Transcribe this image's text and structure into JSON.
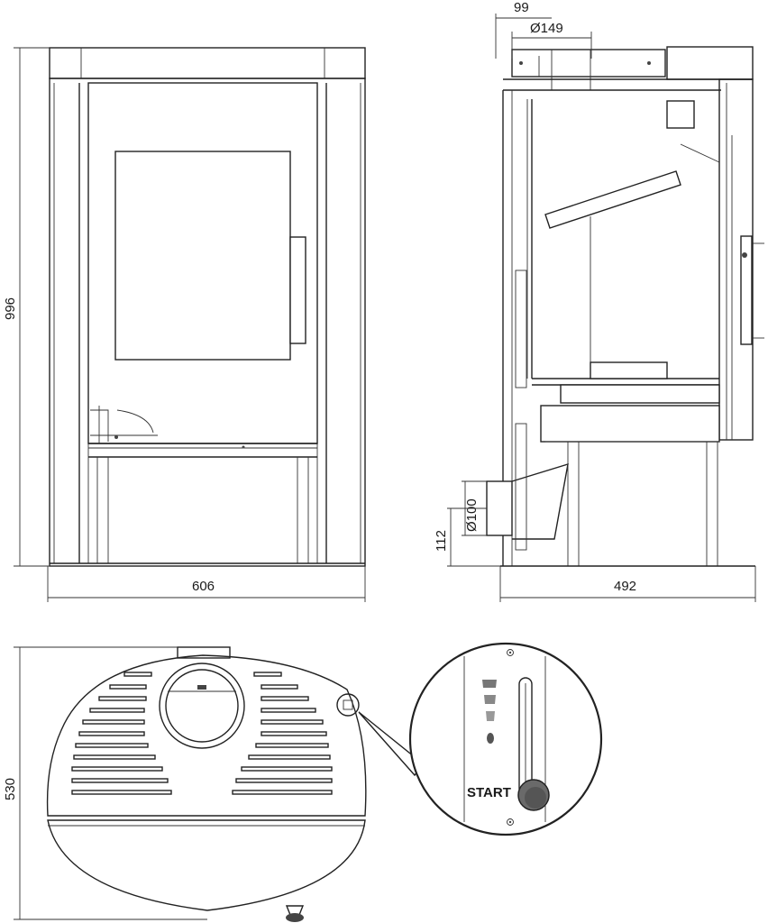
{
  "dimensions": {
    "front_height": "996",
    "front_width": "606",
    "side_depth": "492",
    "flue_offset": "99",
    "flue_diameter": "Ø149",
    "air_inlet_diameter": "Ø100",
    "air_inlet_height": "112",
    "top_depth": "530"
  },
  "detail": {
    "start_label": "START"
  }
}
